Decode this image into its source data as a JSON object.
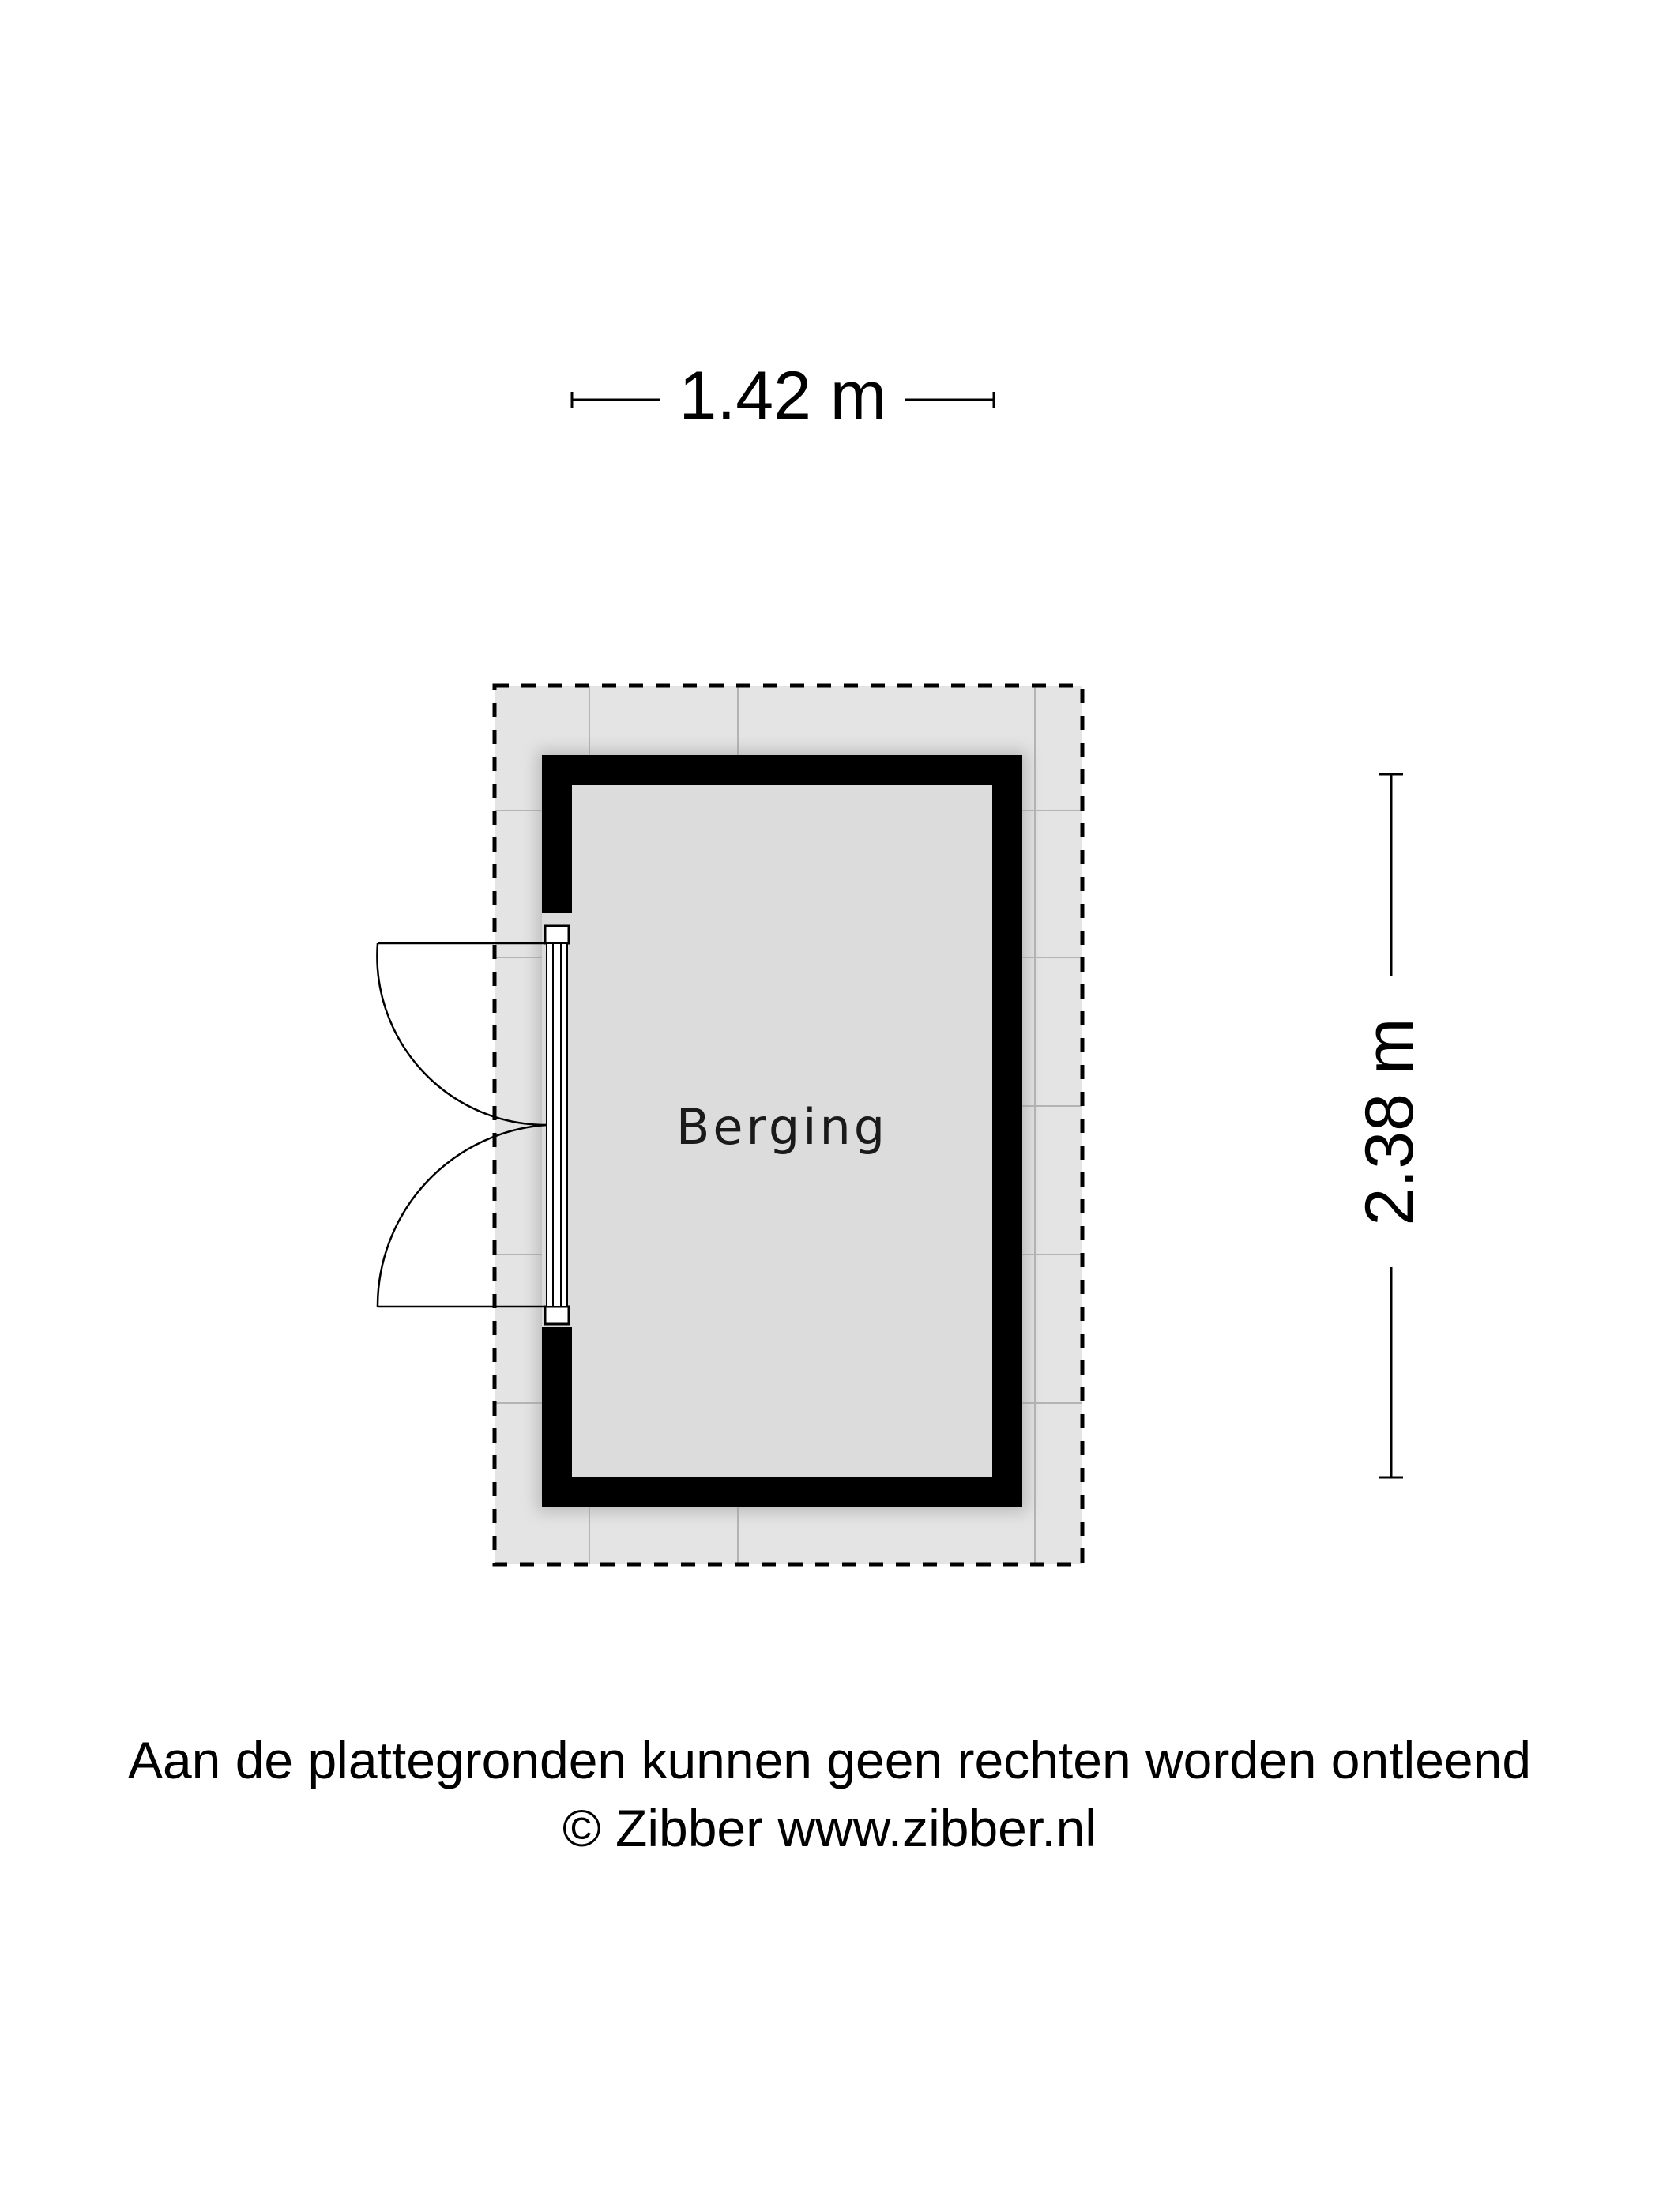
{
  "dimensions": {
    "width_label": "1.42 m",
    "height_label": "2.38 m"
  },
  "room": {
    "label": "Berging"
  },
  "footer": {
    "disclaimer": "Aan de plattegronden kunnen geen rechten worden ontleend",
    "copyright": "© Zibber www.zibber.nl"
  },
  "colors": {
    "wall": "#000000",
    "room_fill": "#dcdcdc",
    "terrace_fill": "#e4e4e4",
    "tile_line": "#b4b4b4"
  }
}
